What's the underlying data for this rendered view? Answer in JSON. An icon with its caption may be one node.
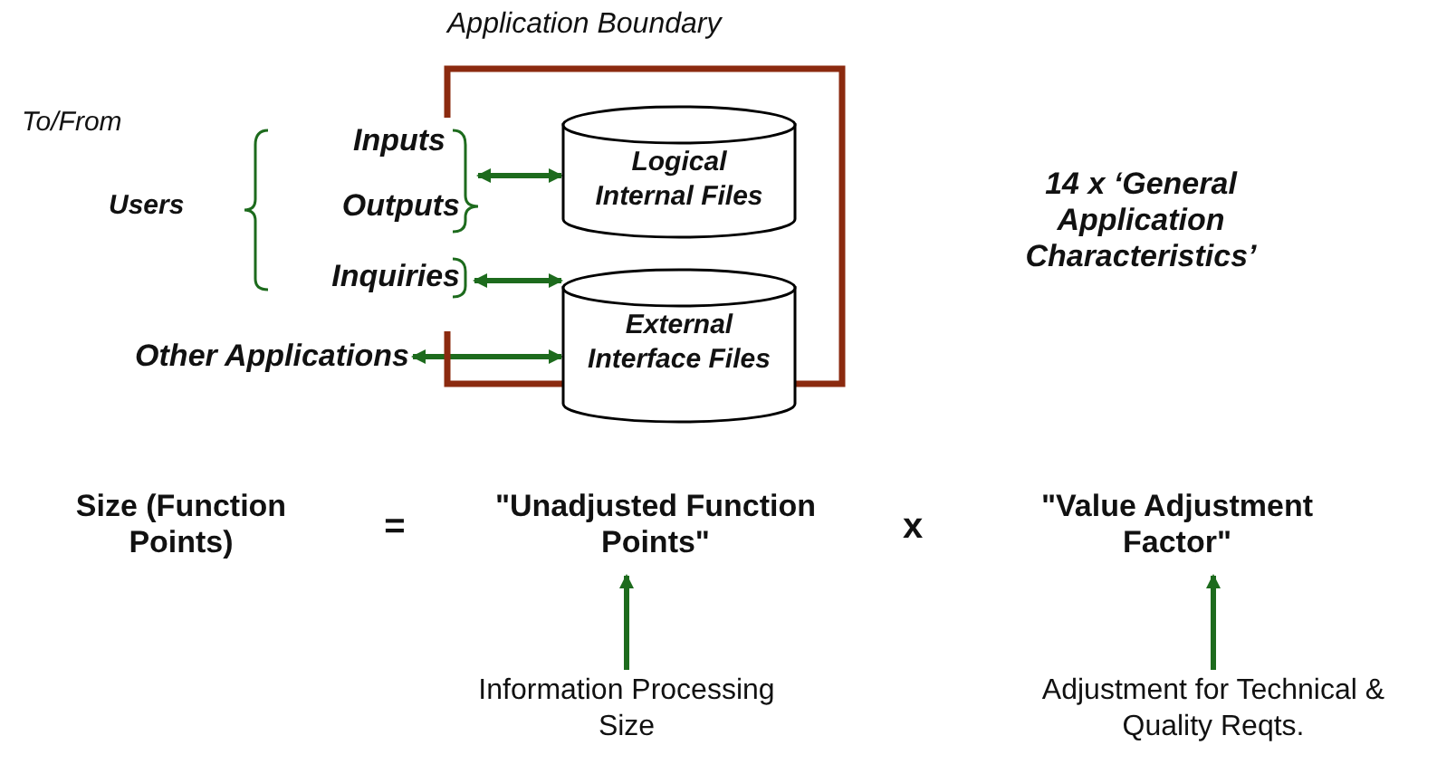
{
  "diagram": {
    "nodes": [
      {
        "text": [
          "Application Boundary"
        ]
      },
      {
        "text": [
          "Logical Internal Files"
        ],
        "in": 0
      },
      {
        "text": [
          "External Interface Files"
        ]
      },
      {
        "text": [
          "Inputs"
        ]
      },
      {
        "text": [
          "Outputs"
        ]
      },
      {
        "text": [
          "Inquiries"
        ]
      },
      {
        "text": [
          "Other Applications"
        ]
      },
      {
        "text": [
          "\"Unadjusted Function Points\""
        ]
      },
      {
        "text": [
          "\"Value Adjustment Factor\""
        ]
      },
      {
        "text": [
          "Information Processing Size"
        ]
      },
      {
        "text": [
          "Adjustment for Technical & Quality Reqts."
        ]
      }
    ],
    "edges": [
      {
        "from": 3,
        "to": 1,
        "arrow": "both"
      },
      {
        "from": 4,
        "to": 1,
        "arrow": "both"
      },
      {
        "from": 5,
        "to": 2,
        "arrow": "both"
      },
      {
        "from": 6,
        "to": 2,
        "arrow": "both"
      },
      {
        "from": 9,
        "to": 7,
        "arrow": "to"
      },
      {
        "from": 10,
        "to": 8,
        "arrow": "to"
      }
    ],
    "labels": [
      "To/From",
      "Users",
      "14 x ‘General Application Characteristics’",
      "Size (Function Points)",
      "=",
      "x"
    ]
  }
}
